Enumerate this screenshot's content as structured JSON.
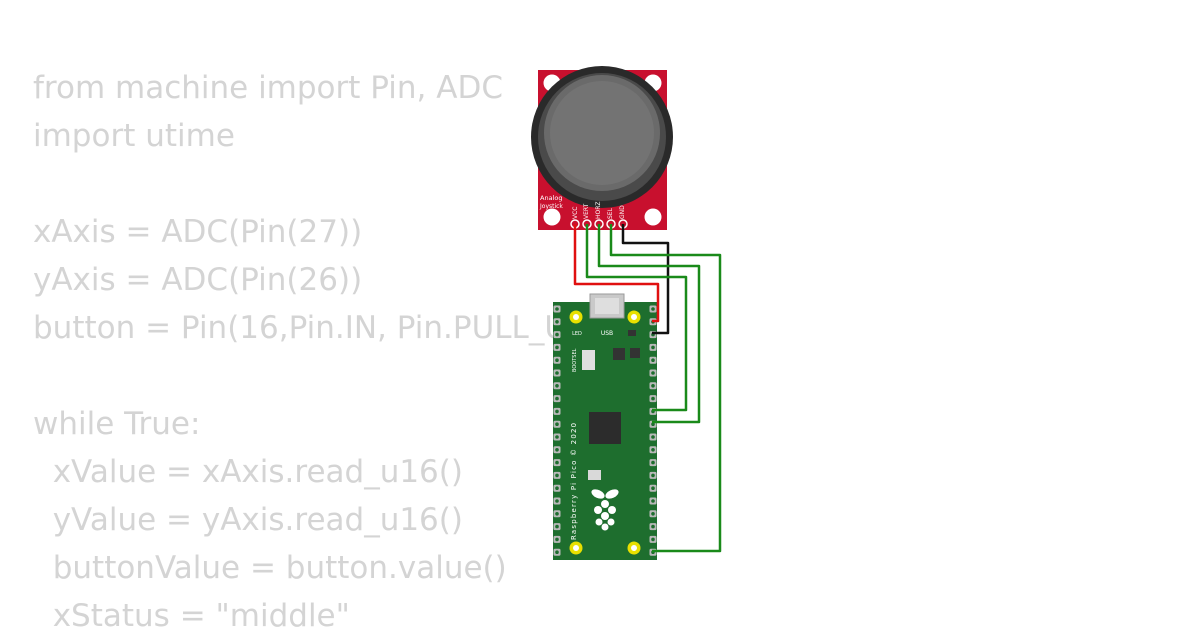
{
  "code_lines": [
    "from machine import Pin, ADC",
    "import utime",
    "",
    "xAxis = ADC(Pin(27))",
    "yAxis = ADC(Pin(26))",
    "button = Pin(16,Pin.IN, Pin.PULL_UP)",
    "",
    "while True:",
    "  xValue = xAxis.read_u16()",
    "  yValue = yAxis.read_u16()",
    "  buttonValue = button.value()",
    "  xStatus = \"middle\""
  ],
  "joystick": {
    "label_line1": "Analog",
    "label_line2": "Joystick",
    "pins": [
      "VCC",
      "VERT",
      "HORZ",
      "SEL",
      "GND"
    ]
  },
  "pico": {
    "usb_label": "USB",
    "led_label": "LED",
    "bootsel_label": "BOOTSEL",
    "board_name": "Raspberry Pi Pico © 2020"
  },
  "colors": {
    "code_text": "#d4d4d4",
    "joystick_board": "#c8102e",
    "pico_board": "#1e6e2e",
    "wire_red": "#e01010",
    "wire_black": "#111111",
    "wire_green": "#1a8a1a",
    "pin_gold": "#e8e000"
  }
}
